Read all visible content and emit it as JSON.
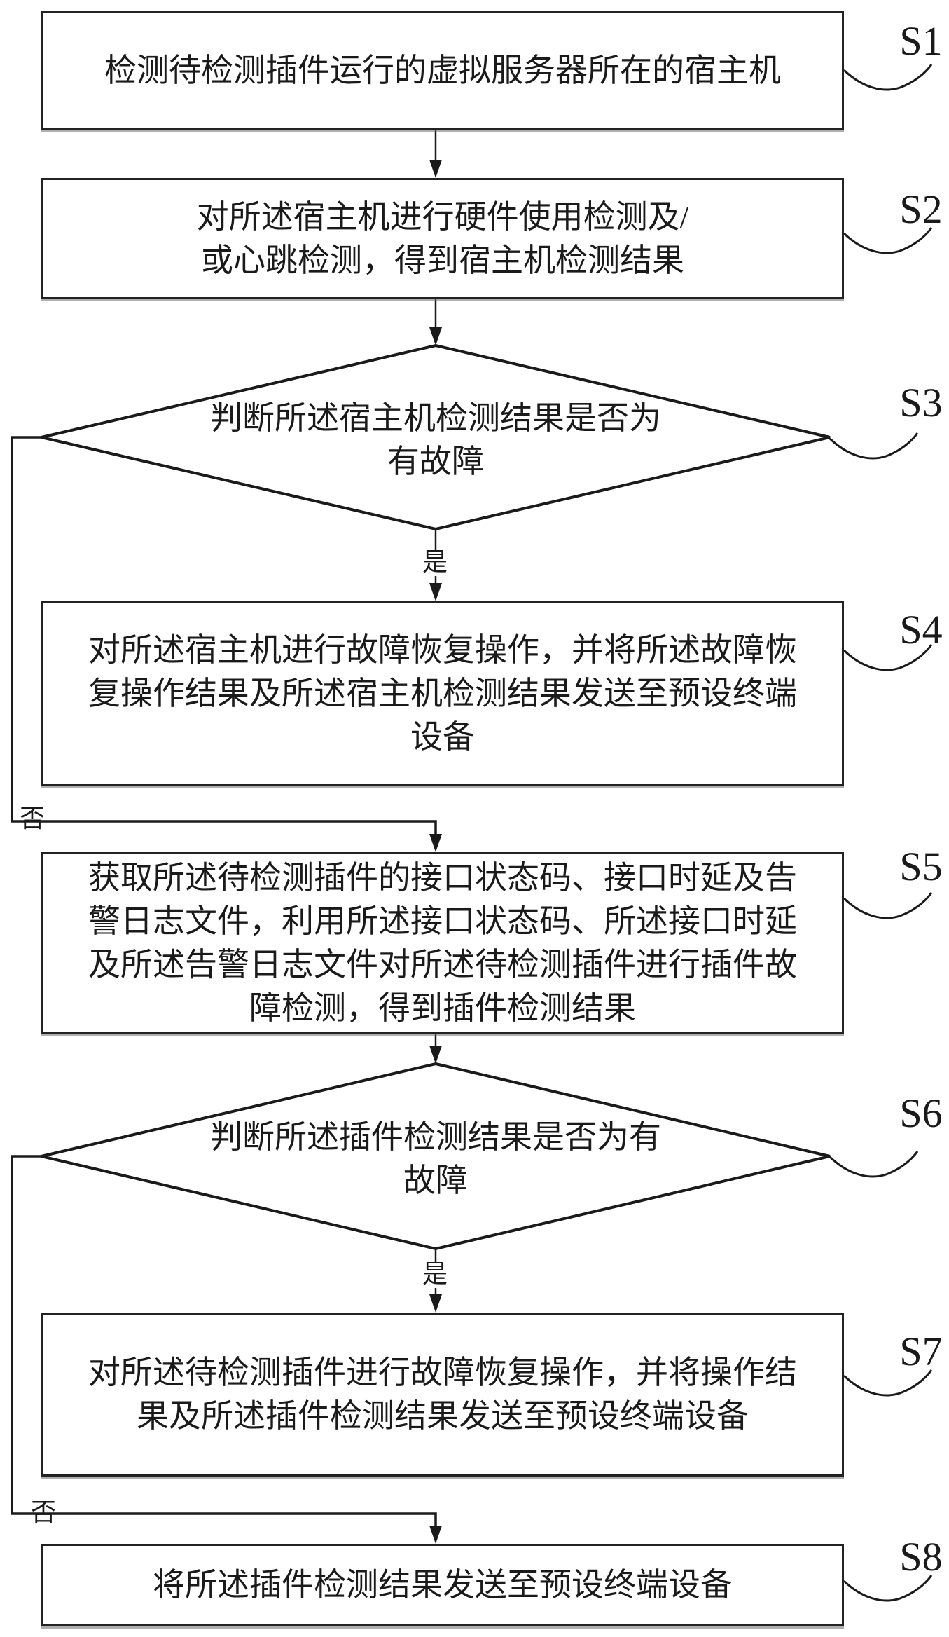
{
  "figure": {
    "type": "flowchart",
    "background_color": "#ffffff",
    "line_color": "#1a1a1a",
    "branch_labels": {
      "yes": "是",
      "no": "否"
    },
    "steps": [
      {
        "id": "S1",
        "shape": "process",
        "label": "S1",
        "text": "检测待检测插件运行的虚拟服务器所在的宿主机"
      },
      {
        "id": "S2",
        "shape": "process",
        "label": "S2",
        "text": "对所述宿主机进行硬件使用检测及/\n或心跳检测，得到宿主机检测结果"
      },
      {
        "id": "S3",
        "shape": "decision",
        "label": "S3",
        "text": "判断所述宿主机检测结果是否为\n有故障"
      },
      {
        "id": "S4",
        "shape": "process",
        "label": "S4",
        "text": "对所述宿主机进行故障恢复操作，并将所述故障恢\n复操作结果及所述宿主机检测结果发送至预设终端\n设备"
      },
      {
        "id": "S5",
        "shape": "process",
        "label": "S5",
        "text": "获取所述待检测插件的接口状态码、接口时延及告\n警日志文件，利用所述接口状态码、所述接口时延\n及所述告警日志文件对所述待检测插件进行插件故\n障检测，得到插件检测结果"
      },
      {
        "id": "S6",
        "shape": "decision",
        "label": "S6",
        "text": "判断所述插件检测结果是否为有\n故障"
      },
      {
        "id": "S7",
        "shape": "process",
        "label": "S7",
        "text": "对所述待检测插件进行故障恢复操作，并将操作结\n果及所述插件检测结果发送至预设终端设备"
      },
      {
        "id": "S8",
        "shape": "process",
        "label": "S8",
        "text": "将所述插件检测结果发送至预设终端设备"
      }
    ]
  }
}
